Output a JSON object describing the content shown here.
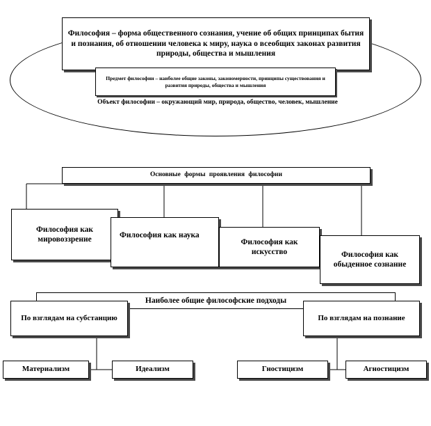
{
  "philosophy_block": {
    "definition": "Философия – форма общественного сознания, учение об общих принципах бытия и познания, об отношении человека к миру, наука о всеобщих законах развития природы, общества и мышления",
    "subject": "Предмет философии – наиболее общие законы, закономерности, принципы существования и развития природы, общества и мышления",
    "object": "Объект философии – окружающий мир, природа, общество, человек, мышление"
  },
  "forms": {
    "title": "Основные формы проявления философии",
    "items": [
      "Философия как мировоззрение",
      "Философия как наука",
      "Философия как искусство",
      "Философия как обыденное сознание"
    ]
  },
  "approaches": {
    "title": "Наиболее общие философские подходы",
    "substance": {
      "label": "По взглядам на субстанцию",
      "children": [
        "Материализм",
        "Идеализм"
      ]
    },
    "cognition": {
      "label": "По взглядам на познание",
      "children": [
        "Гностицизм",
        "Агностицизм"
      ]
    }
  }
}
